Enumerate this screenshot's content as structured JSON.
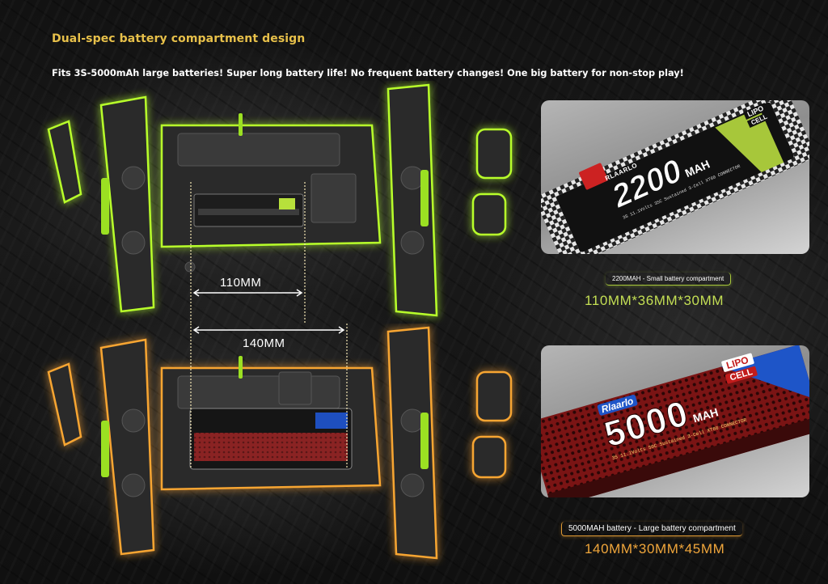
{
  "header": {
    "title": "Dual-spec battery compartment design",
    "subtitle": "Fits 3S-5000mAh large batteries! Super long battery life! No frequent battery changes! One big battery for non-stop play!"
  },
  "dimensions": {
    "short_length": "110MM",
    "long_length": "140MM"
  },
  "small_battery": {
    "caption": "2200MAH - Small battery compartment",
    "size": "110MM*36MM*30MM",
    "capacity_text": "2200",
    "unit_text": "MAH",
    "brand": "RLAARLO",
    "badge_lipo": "LIPO",
    "badge_cell": "CELL",
    "spec_line": "3S 11.1Volts 35C Sustained 3-Cell XT60 CONNECTOR",
    "accent_color": "#a7c73a"
  },
  "large_battery": {
    "caption": "5000MAH battery - Large battery compartment",
    "size": "140MM*30MM*45MM",
    "capacity_text": "5000",
    "unit_text": "MAH",
    "brand": "Rlaarlo",
    "badge_lipo": "LIPO",
    "badge_cell": "CELL",
    "spec_line": "3S 11.1Volts 50C Sustained 3-Cell XT60 CONNECTOR",
    "accent_color": "#e09a33"
  }
}
